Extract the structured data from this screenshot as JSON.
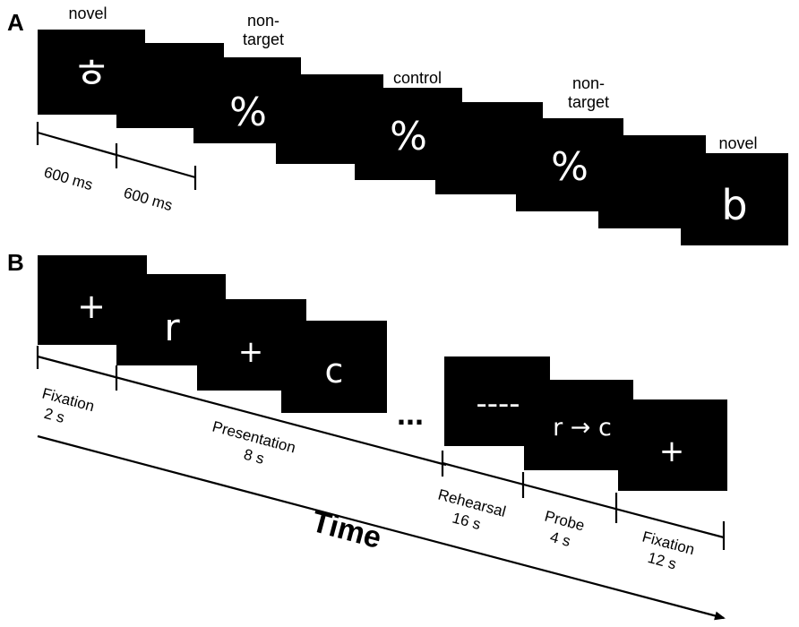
{
  "panel_a": {
    "letter": "A",
    "stimuli": [
      {
        "symbol": "ㅎ",
        "label": "novel"
      },
      {
        "symbol": "",
        "label": ""
      },
      {
        "symbol": "%",
        "label": "non-\ntarget"
      },
      {
        "symbol": "",
        "label": ""
      },
      {
        "symbol": "%",
        "label": "control"
      },
      {
        "symbol": "",
        "label": ""
      },
      {
        "symbol": "%",
        "label": "non-\ntarget"
      },
      {
        "symbol": "",
        "label": ""
      },
      {
        "symbol": "b",
        "label": "novel"
      }
    ],
    "durations": [
      "600 ms",
      "600 ms"
    ]
  },
  "panel_b": {
    "letter": "B",
    "stimuli": [
      "+",
      "r",
      "+",
      "c"
    ],
    "ellipsis": "...",
    "end_stimuli": [
      "----",
      "r → c",
      "+"
    ],
    "phases": [
      {
        "name": "Fixation",
        "duration": "2 s"
      },
      {
        "name": "Presentation",
        "duration": "8 s"
      },
      {
        "name": "Rehearsal",
        "duration": "16 s"
      },
      {
        "name": "Probe",
        "duration": "4 s"
      },
      {
        "name": "Fixation",
        "duration": "12 s"
      }
    ],
    "time_label": "Time"
  }
}
